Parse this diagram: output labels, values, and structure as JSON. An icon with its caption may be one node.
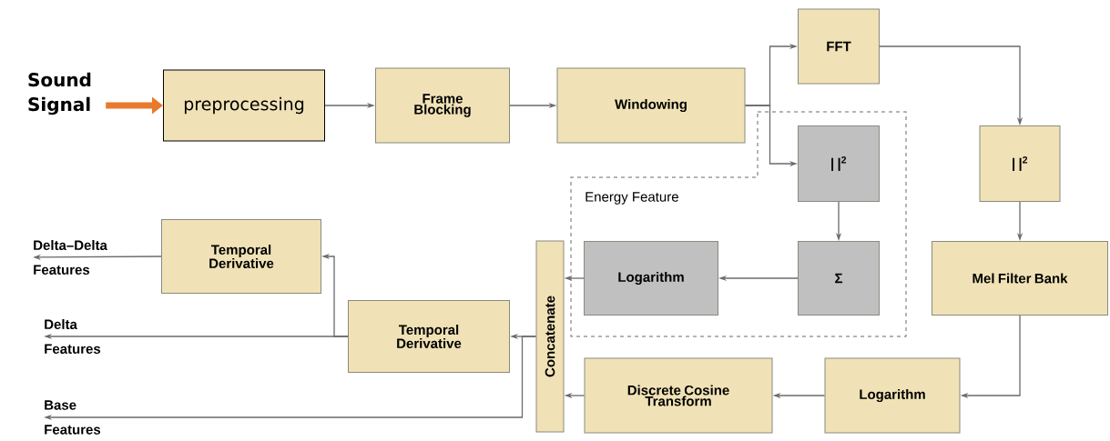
{
  "diagram": {
    "nodes": [
      {
        "text": [
          "Sound Signal"
        ]
      },
      {
        "text": [
          "preprocessing"
        ]
      },
      {
        "text": [
          "Frame Blocking"
        ]
      },
      {
        "text": [
          "Windowing"
        ]
      },
      {
        "text": [
          "FFT"
        ]
      },
      {
        "text": [
          "Energy Feature"
        ]
      },
      {
        "text": [
          "| |$^{2}$"
        ],
        "in": 5
      },
      {
        "text": [
          "| |$^{2}$"
        ]
      },
      {
        "text": [
          "Temporal Derivative"
        ]
      },
      {
        "text": [
          "Logarithm"
        ],
        "in": 5
      },
      {
        "text": [
          "Σ"
        ],
        "in": 5
      },
      {
        "text": [
          "Mel Filter Bank"
        ]
      },
      {
        "text": [
          "Concatenate"
        ]
      },
      {
        "text": [
          "Temporal Derivative"
        ]
      },
      {
        "text": [
          "Discrete Cosine Transform"
        ]
      },
      {
        "text": [
          "Logarithm"
        ]
      },
      {
        "text": [
          "Delta–Delta Features"
        ]
      },
      {
        "text": [
          "Delta Features"
        ]
      },
      {
        "text": [
          "Base Features"
        ]
      }
    ],
    "edges": [
      {
        "from": 0,
        "to": 1,
        "arrow": "to",
        "style": "thick",
        "color": "#e87a2e"
      },
      {
        "from": 1,
        "to": 2,
        "arrow": "to"
      },
      {
        "from": 2,
        "to": 3,
        "arrow": "to"
      },
      {
        "from": 3,
        "to": 4,
        "arrow": "to"
      },
      {
        "from": 3,
        "to": 6,
        "arrow": "to"
      },
      {
        "from": 4,
        "to": 7,
        "arrow": "to"
      },
      {
        "from": 6,
        "to": 10,
        "arrow": "to"
      },
      {
        "from": 10,
        "to": 9,
        "arrow": "to"
      },
      {
        "from": 9,
        "to": 12,
        "arrow": "to"
      },
      {
        "from": 7,
        "to": 11,
        "arrow": "to"
      },
      {
        "from": 11,
        "to": 15,
        "arrow": "to"
      },
      {
        "from": 15,
        "to": 14,
        "arrow": "to"
      },
      {
        "from": 14,
        "to": 12,
        "arrow": "to"
      },
      {
        "from": 12,
        "to": 13,
        "arrow": "to"
      },
      {
        "from": 12,
        "to": 18,
        "arrow": "to"
      },
      {
        "from": 13,
        "to": 17,
        "arrow": "to"
      },
      {
        "from": 13,
        "to": 8,
        "arrow": "to"
      },
      {
        "from": 8,
        "to": 16,
        "arrow": "to"
      }
    ]
  }
}
